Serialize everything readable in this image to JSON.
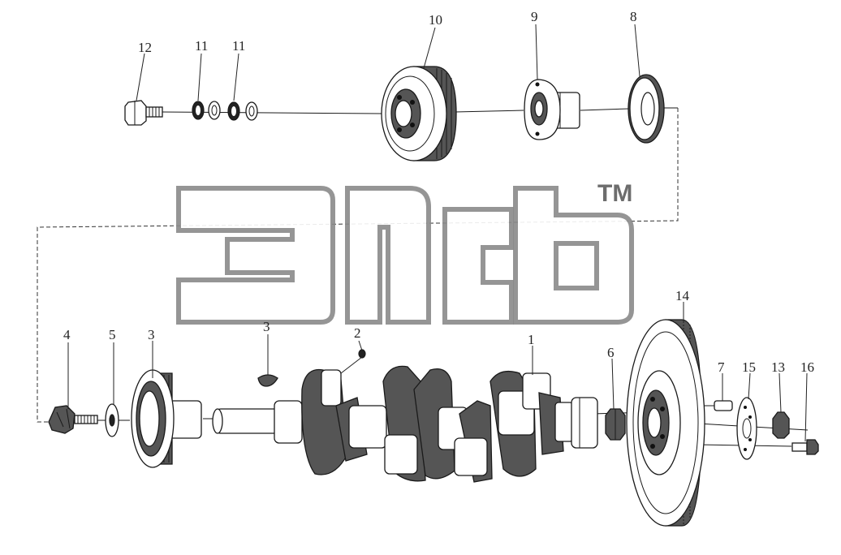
{
  "watermark": {
    "trademark": "TM"
  },
  "labels": {
    "l12": "12",
    "l11a": "11",
    "l11b": "11",
    "l10": "10",
    "l9": "9",
    "l8": "8",
    "l4": "4",
    "l5": "5",
    "l3a": "3",
    "l3b": "3",
    "l2": "2",
    "l1": "1",
    "l6": "6",
    "l14": "14",
    "l7": "7",
    "l15": "15",
    "l13": "13",
    "l16": "16"
  }
}
